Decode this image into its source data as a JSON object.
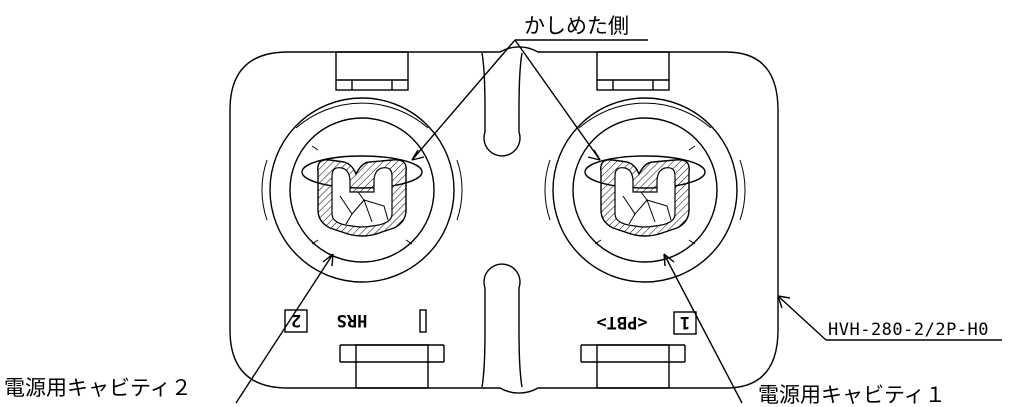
{
  "labels": {
    "crimp_side": "かしめた側",
    "cavity_2": "電源用キャビティ２",
    "cavity_1": "電源用キャビティ１",
    "part_number": "HVH-280-2/2P-H0"
  },
  "markings": {
    "left": {
      "number": "2",
      "text": "HRS"
    },
    "right": {
      "number": "1",
      "text": "<PBT>"
    }
  }
}
